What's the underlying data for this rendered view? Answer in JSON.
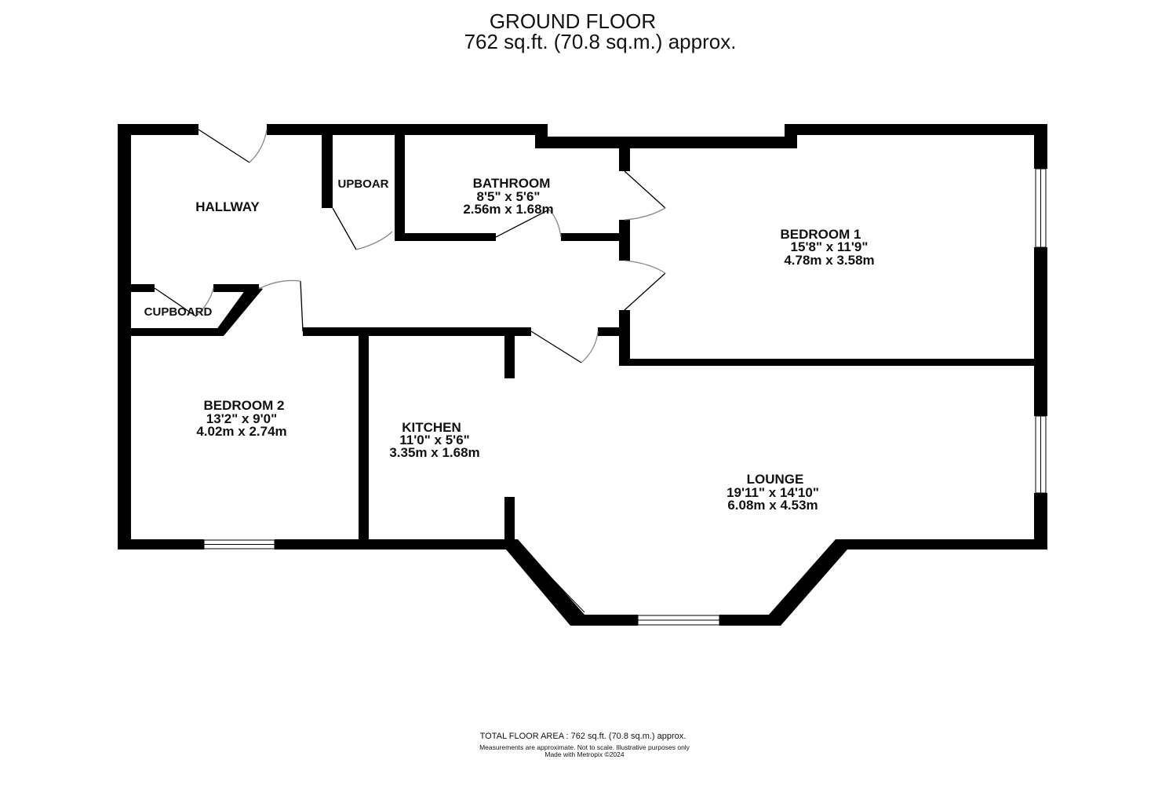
{
  "header": {
    "floor_name": "GROUND FLOOR",
    "floor_area": "762 sq.ft. (70.8 sq.m.) approx."
  },
  "rooms": {
    "hallway": {
      "name": "HALLWAY"
    },
    "cupboard_top": {
      "name": "UPBOAR"
    },
    "cupboard_left": {
      "name": "CUPBOARD"
    },
    "bathroom": {
      "name": "BATHROOM",
      "imperial": "8'5\"  x 5'6\"",
      "metric": "2.56m  x 1.68m"
    },
    "bedroom1": {
      "name": "BEDROOM 1",
      "imperial": "15'8\"  x 11'9\"",
      "metric": "4.78m  x 3.58m"
    },
    "bedroom2": {
      "name": "BEDROOM 2",
      "imperial": "13'2\"  x 9'0\"",
      "metric": "4.02m  x 2.74m"
    },
    "kitchen": {
      "name": "KITCHEN",
      "imperial": "11'0\"  x 5'6\"",
      "metric": "3.35m  x 1.68m"
    },
    "lounge": {
      "name": "LOUNGE",
      "imperial": "19'11\"  x 14'10\"",
      "metric": "6.08m  x 4.53m"
    }
  },
  "footer": {
    "total": "TOTAL FLOOR AREA : 762 sq.ft. (70.8 sq.m.) approx.",
    "disclaimer": "Measurements are approximate.  Not to scale.  Illustrative purposes only",
    "credit": "Made with Metropix ©2024"
  },
  "colors": {
    "wall": "#000000",
    "door": "#888888"
  }
}
